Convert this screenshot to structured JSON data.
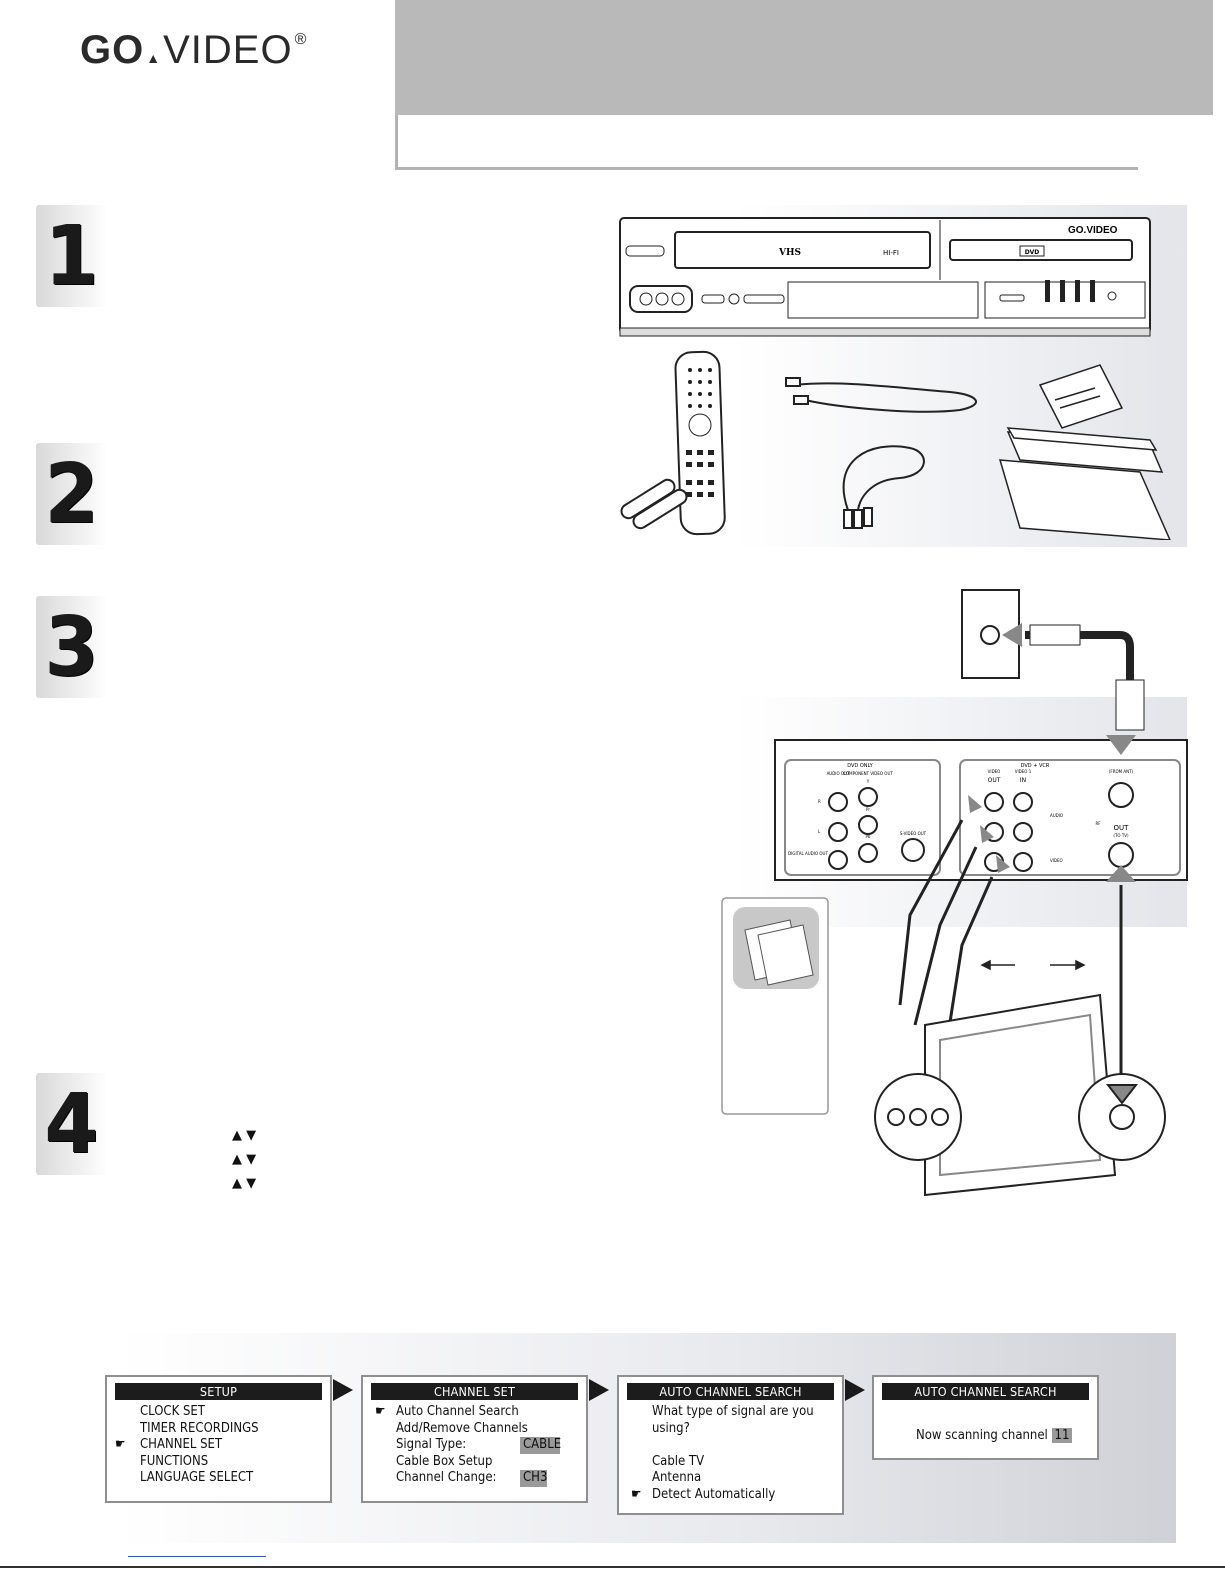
{
  "header": {
    "brand_go": "GO",
    "brand_video": "VIDEO",
    "brand_reg": "®"
  },
  "steps": [
    "1",
    "2",
    "3",
    "4"
  ],
  "illustration": {
    "vcr_front": {
      "brand": "GO.VIDEO",
      "vhs_logo": "VHS",
      "hifi_label": "HI-FI",
      "dvd_logo": "DVD"
    },
    "back_panel": {
      "dvd_only": "DVD ONLY",
      "dvd_vcr": "DVD + VCR",
      "audio_out": "AUDIO OUT",
      "component_video_out": "COMPONENT VIDEO OUT",
      "y": "Y",
      "pr": "Pr",
      "pb": "Pb",
      "r": "R",
      "l": "L",
      "coaxial": "COAXIAL",
      "digital_audio_out": "DIGITAL AUDIO OUT",
      "s_video_out": "S-VIDEO OUT",
      "video_out_label": "VIDEO",
      "out": "OUT",
      "video1_label": "VIDEO 1",
      "in": "IN",
      "audio": "AUDIO",
      "video": "VIDEO",
      "from_ant": "(FROM ANT)",
      "rf": "RF",
      "rf_out": "OUT",
      "to_tv": "(TO TV)"
    }
  },
  "step4_arrows": [
    "▲ ▼",
    "▲ ▼",
    "▲ ▼"
  ],
  "menus": [
    {
      "title": "SETUP",
      "rows": [
        {
          "pointer": "",
          "label": "CLOCK SET",
          "value": ""
        },
        {
          "pointer": "",
          "label": "TIMER RECORDINGS",
          "value": ""
        },
        {
          "pointer": "☛",
          "label": "CHANNEL SET",
          "value": ""
        },
        {
          "pointer": "",
          "label": "FUNCTIONS",
          "value": ""
        },
        {
          "pointer": "",
          "label": "LANGUAGE SELECT",
          "value": ""
        }
      ]
    },
    {
      "title": "CHANNEL SET",
      "rows": [
        {
          "pointer": "☛",
          "label": "Auto Channel Search",
          "value": ""
        },
        {
          "pointer": "",
          "label": "Add/Remove Channels",
          "value": ""
        },
        {
          "pointer": "",
          "label": "Signal Type:",
          "value": "CABLE"
        },
        {
          "pointer": "",
          "label": "Cable Box Setup",
          "value": ""
        },
        {
          "pointer": "",
          "label": "Channel Change:",
          "value": "CH3"
        }
      ]
    },
    {
      "title": "AUTO CHANNEL SEARCH",
      "rows": [
        {
          "pointer": "",
          "label": "What type of signal are you",
          "value": ""
        },
        {
          "pointer": "",
          "label": "using?",
          "value": ""
        },
        {
          "pointer": "",
          "label": "",
          "value": ""
        },
        {
          "pointer": "",
          "label": "Cable TV",
          "value": ""
        },
        {
          "pointer": "",
          "label": "Antenna",
          "value": ""
        },
        {
          "pointer": "☛",
          "label": "Detect Automatically",
          "value": ""
        }
      ]
    },
    {
      "title": "AUTO CHANNEL SEARCH",
      "rows": [
        {
          "pointer": "",
          "label": "Now scanning channel",
          "value": "11"
        }
      ]
    }
  ],
  "colors": {
    "header_gray": "#b9b9b9",
    "menu_title_bg": "#1c1c1c",
    "value_highlight": "#9a9a9a"
  }
}
